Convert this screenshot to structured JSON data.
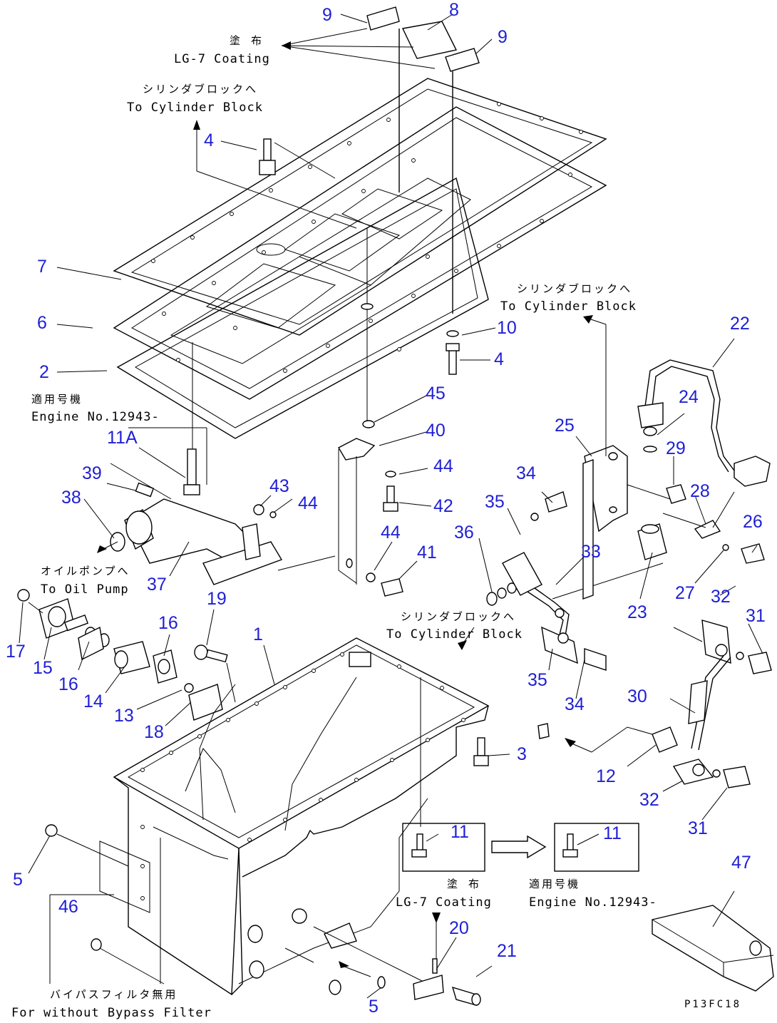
{
  "diagram": {
    "drawing_code": "P13FC18",
    "notes": {
      "lg7_top": {
        "jp": "塗 布",
        "en": "LG-7 Coating"
      },
      "cyl_block_top": {
        "jp": "シリンダブロックへ",
        "en": "To Cylinder Block"
      },
      "cyl_block_right": {
        "jp": "シリンダブロックへ",
        "en": "To Cylinder Block"
      },
      "engine_no_left": {
        "jp": "適用号機",
        "en": "Engine No.12943-"
      },
      "oil_pump": {
        "jp": "オイルポンプへ",
        "en": "To Oil Pump"
      },
      "cyl_block_mid": {
        "jp": "シリンダブロックへ",
        "en": "To Cylinder Block"
      },
      "lg7_bottom": {
        "jp": "塗 布",
        "en": "LG-7 Coating"
      },
      "engine_no_bottom": {
        "jp": "適用号機",
        "en": "Engine No.12943-"
      },
      "bypass": {
        "jp": "バイパスフィルタ無用",
        "en": "For without Bypass Filter"
      }
    },
    "callouts": [
      "9",
      "8",
      "9",
      "4",
      "7",
      "6",
      "2",
      "10",
      "4",
      "45",
      "40",
      "44",
      "42",
      "22",
      "24",
      "25",
      "29",
      "28",
      "26",
      "11A",
      "39",
      "38",
      "43",
      "44",
      "37",
      "44",
      "41",
      "36",
      "35",
      "34",
      "33",
      "23",
      "27",
      "32",
      "31",
      "17",
      "15",
      "16",
      "16",
      "19",
      "14",
      "13",
      "18",
      "1",
      "35",
      "34",
      "30",
      "12",
      "3",
      "32",
      "31",
      "5",
      "11",
      "11",
      "47",
      "46",
      "20",
      "21",
      "5"
    ]
  }
}
